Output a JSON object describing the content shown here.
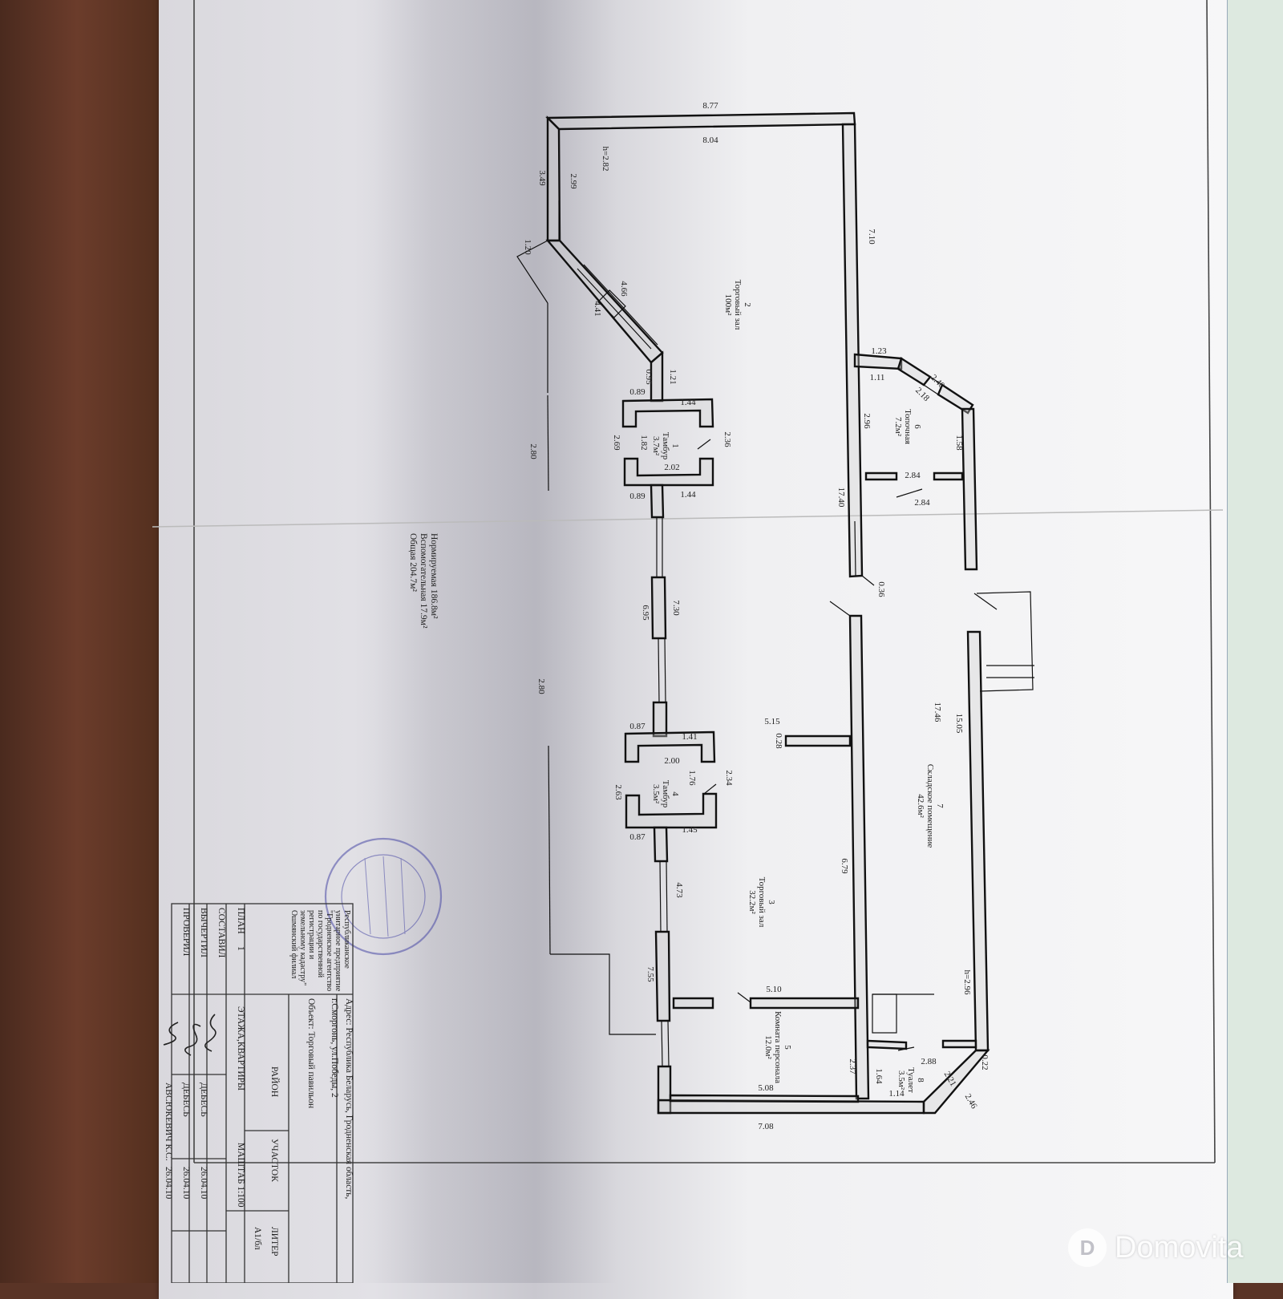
{
  "plan": {
    "rooms": {
      "r1": {
        "num": "1",
        "name": "Тамбур",
        "area": "3.7м²"
      },
      "r2": {
        "num": "2",
        "name": "Торговый зал",
        "area": "100м²"
      },
      "r3": {
        "num": "3",
        "name": "Торговый зал",
        "area": "32.2м²"
      },
      "r4": {
        "num": "4",
        "name": "Тамбур",
        "area": "3.5м²"
      },
      "r5": {
        "num": "5",
        "name": "Комната персонала",
        "area": "12.0м²"
      },
      "r6": {
        "num": "6",
        "name": "Топочная",
        "area": "7.2м²"
      },
      "r7": {
        "num": "7",
        "name": "Складское помещение",
        "area": "42.6м²"
      },
      "r8": {
        "num": "8",
        "name": "Туалет",
        "area": "3.5м²"
      }
    },
    "heights": {
      "h1": "h=2.82",
      "h2": "h=2.96"
    },
    "dims": {
      "d877": "8.77",
      "d804": "8.04",
      "d349": "3.49",
      "d299": "2.99",
      "d120": "1.20",
      "d466": "4.66",
      "d441": "4.41",
      "d710": "7.10",
      "d121": "1.21",
      "d095": "0.95",
      "d089a": "0.89",
      "d144a": "1.44",
      "d236": "2.36",
      "d269": "2.69",
      "d182": "1.82",
      "d202": "2.02",
      "d089b": "0.89",
      "d144b": "1.44",
      "d280a": "2.80",
      "d1740": "17.40",
      "d123": "1.23",
      "d111": "1.11",
      "d296": "2.96",
      "d240": "2.40",
      "d218": "2.18",
      "d158": "1.58",
      "d284a": "2.84",
      "d284b": "2.84",
      "d036": "0.36",
      "d730": "7.30",
      "d695": "6.95",
      "d280b": "2.80",
      "d1746": "17.46",
      "d1505": "15.05",
      "d515": "5.15",
      "d028": "0.28",
      "d087a": "0.87",
      "d141": "1.41",
      "d200": "2.00",
      "d176": "1.76",
      "d234": "2.34",
      "d263": "2.63",
      "d087b": "0.87",
      "d145": "1.45",
      "d679": "6.79",
      "d473": "4.73",
      "d755": "7.55",
      "d510": "5.10",
      "d237": "2.37",
      "d288": "2.88",
      "d022": "0.22",
      "d221": "2.21",
      "d164": "1.64",
      "d114": "1.14",
      "d246": "2.46",
      "d508": "5.08",
      "d708": "7.08"
    },
    "areas": {
      "normal": "Нормируемая 186.8м²",
      "aux": "Вспомогательная 17.9м²",
      "total": "Общая 204.7м²"
    }
  },
  "stamp": {
    "org": [
      "Республиканское",
      "унитарное предприятие",
      "\"Гродненское агентство",
      "по государственной",
      "регистрации и",
      "земельному кадастру\"",
      "Ошмянский филиал"
    ],
    "address": "Адрес: Республика Беларусь, Гродненская область,",
    "address2": "г.Сморгонь, ул.Победы, 2",
    "object": "Объект: Торговый павильон",
    "district": "РАЙОН",
    "plot": "УЧАСТОК",
    "litera": "ЛИТЕР",
    "litera_value": "А1/бл",
    "plan": "ПЛАН",
    "plan_value": "1",
    "floor": "ЭТАЖА,КВАРТИРЫ",
    "scale": "МАШТАБ 1:100",
    "rows": [
      {
        "role": "СОСТАВИЛ",
        "name": "",
        "date": ""
      },
      {
        "role": "ВЫЧЕРТИЛ",
        "name": "ДЕБЕСЬ",
        "date": "26.04.10"
      },
      {
        "role": "ПРОВЕРИЛ",
        "name": "ДЕБЕСЬ",
        "date": "26.04.10"
      },
      {
        "role": "",
        "name": "АВСЮКЕВИЧ К.С.",
        "date": "26.04.10"
      }
    ]
  },
  "watermark": {
    "text": "Domovita",
    "logo": "D"
  }
}
